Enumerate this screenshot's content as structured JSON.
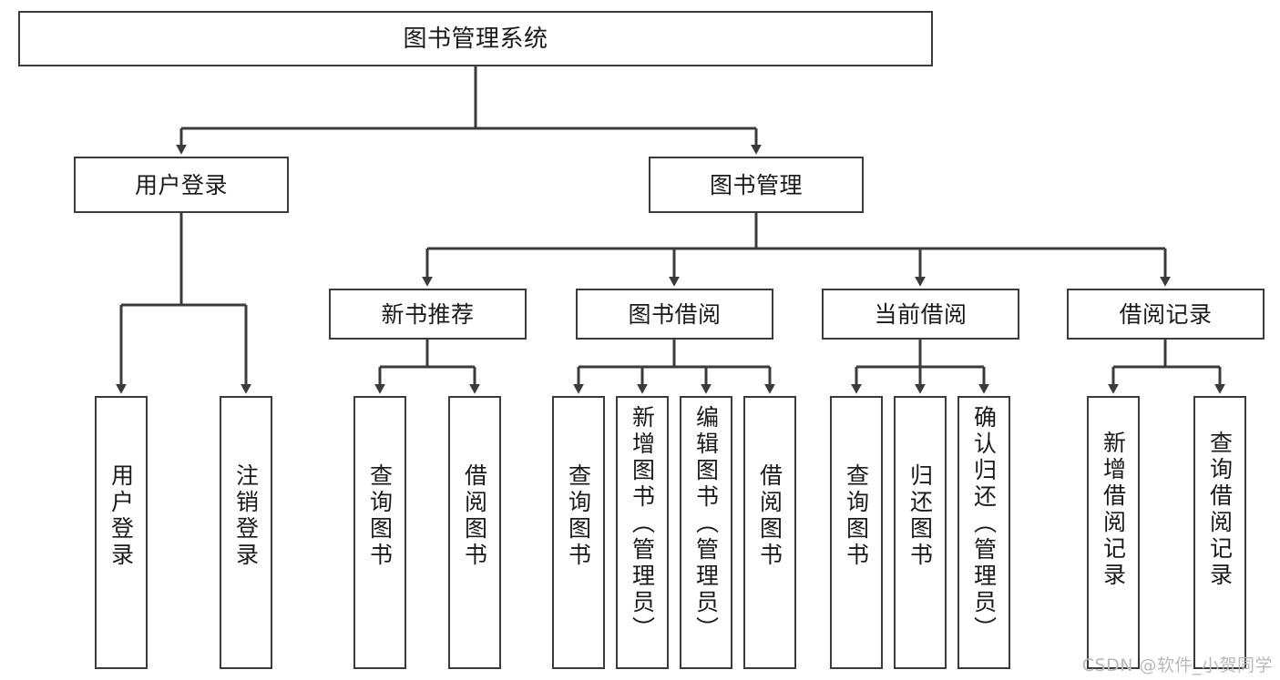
{
  "diagram": {
    "title": "图书管理系统",
    "type": "tree-hierarchy-chart",
    "orientation": "top-down",
    "colors": {
      "box_border": "#3b3b3b",
      "box_fill": "#ffffff",
      "edge": "#3b3b3b",
      "text": "#1a1a1a",
      "background": "#ffffff",
      "watermark": "#b9b9b9"
    },
    "levels": {
      "level1": "系统根节点",
      "level2": "一级模块",
      "level3": "二级模块",
      "level4": "功能叶节点（竖排文字）"
    },
    "nodes": {
      "root": {
        "label": "图书管理系统",
        "orientation": "horizontal"
      },
      "user_login": {
        "label": "用户登录",
        "orientation": "horizontal"
      },
      "book_manage": {
        "label": "图书管理",
        "orientation": "horizontal"
      },
      "new_book_rec": {
        "label": "新书推荐",
        "orientation": "horizontal"
      },
      "book_borrow": {
        "label": "图书借阅",
        "orientation": "horizontal"
      },
      "current_borrow": {
        "label": "当前借阅",
        "orientation": "horizontal"
      },
      "borrow_record": {
        "label": "借阅记录",
        "orientation": "horizontal"
      },
      "leaf_user_login": {
        "label": "用户登录",
        "orientation": "vertical"
      },
      "leaf_logout": {
        "label": "注销登录",
        "orientation": "vertical"
      },
      "leaf_query_book_1": {
        "label": "查询图书",
        "orientation": "vertical"
      },
      "leaf_borrow_book_1": {
        "label": "借阅图书",
        "orientation": "vertical"
      },
      "leaf_query_book_2": {
        "label": "查询图书",
        "orientation": "vertical"
      },
      "leaf_add_book": {
        "label": "新增图书（管理员）",
        "orientation": "vertical"
      },
      "leaf_edit_book": {
        "label": "编辑图书（管理员）",
        "orientation": "vertical"
      },
      "leaf_borrow_book_2": {
        "label": "借阅图书",
        "orientation": "vertical"
      },
      "leaf_query_book_3": {
        "label": "查询图书",
        "orientation": "vertical"
      },
      "leaf_return_book": {
        "label": "归还图书",
        "orientation": "vertical"
      },
      "leaf_confirm_return": {
        "label": "确认归还（管理员）",
        "orientation": "vertical"
      },
      "leaf_add_record": {
        "label": "新增借阅记录",
        "orientation": "vertical"
      },
      "leaf_query_record": {
        "label": "查询借阅记录",
        "orientation": "vertical"
      }
    },
    "edges": [
      {
        "from": "root",
        "to": "user_login"
      },
      {
        "from": "root",
        "to": "book_manage"
      },
      {
        "from": "user_login",
        "to": "leaf_user_login"
      },
      {
        "from": "user_login",
        "to": "leaf_logout"
      },
      {
        "from": "book_manage",
        "to": "new_book_rec"
      },
      {
        "from": "book_manage",
        "to": "book_borrow"
      },
      {
        "from": "book_manage",
        "to": "current_borrow"
      },
      {
        "from": "book_manage",
        "to": "borrow_record"
      },
      {
        "from": "new_book_rec",
        "to": "leaf_query_book_1"
      },
      {
        "from": "new_book_rec",
        "to": "leaf_borrow_book_1"
      },
      {
        "from": "book_borrow",
        "to": "leaf_query_book_2"
      },
      {
        "from": "book_borrow",
        "to": "leaf_add_book"
      },
      {
        "from": "book_borrow",
        "to": "leaf_edit_book"
      },
      {
        "from": "book_borrow",
        "to": "leaf_borrow_book_2"
      },
      {
        "from": "current_borrow",
        "to": "leaf_query_book_3"
      },
      {
        "from": "current_borrow",
        "to": "leaf_return_book"
      },
      {
        "from": "current_borrow",
        "to": "leaf_confirm_return"
      },
      {
        "from": "borrow_record",
        "to": "leaf_add_record"
      },
      {
        "from": "borrow_record",
        "to": "leaf_query_record"
      }
    ]
  },
  "watermark": {
    "text": "CSDN @软件_小贺同学"
  }
}
